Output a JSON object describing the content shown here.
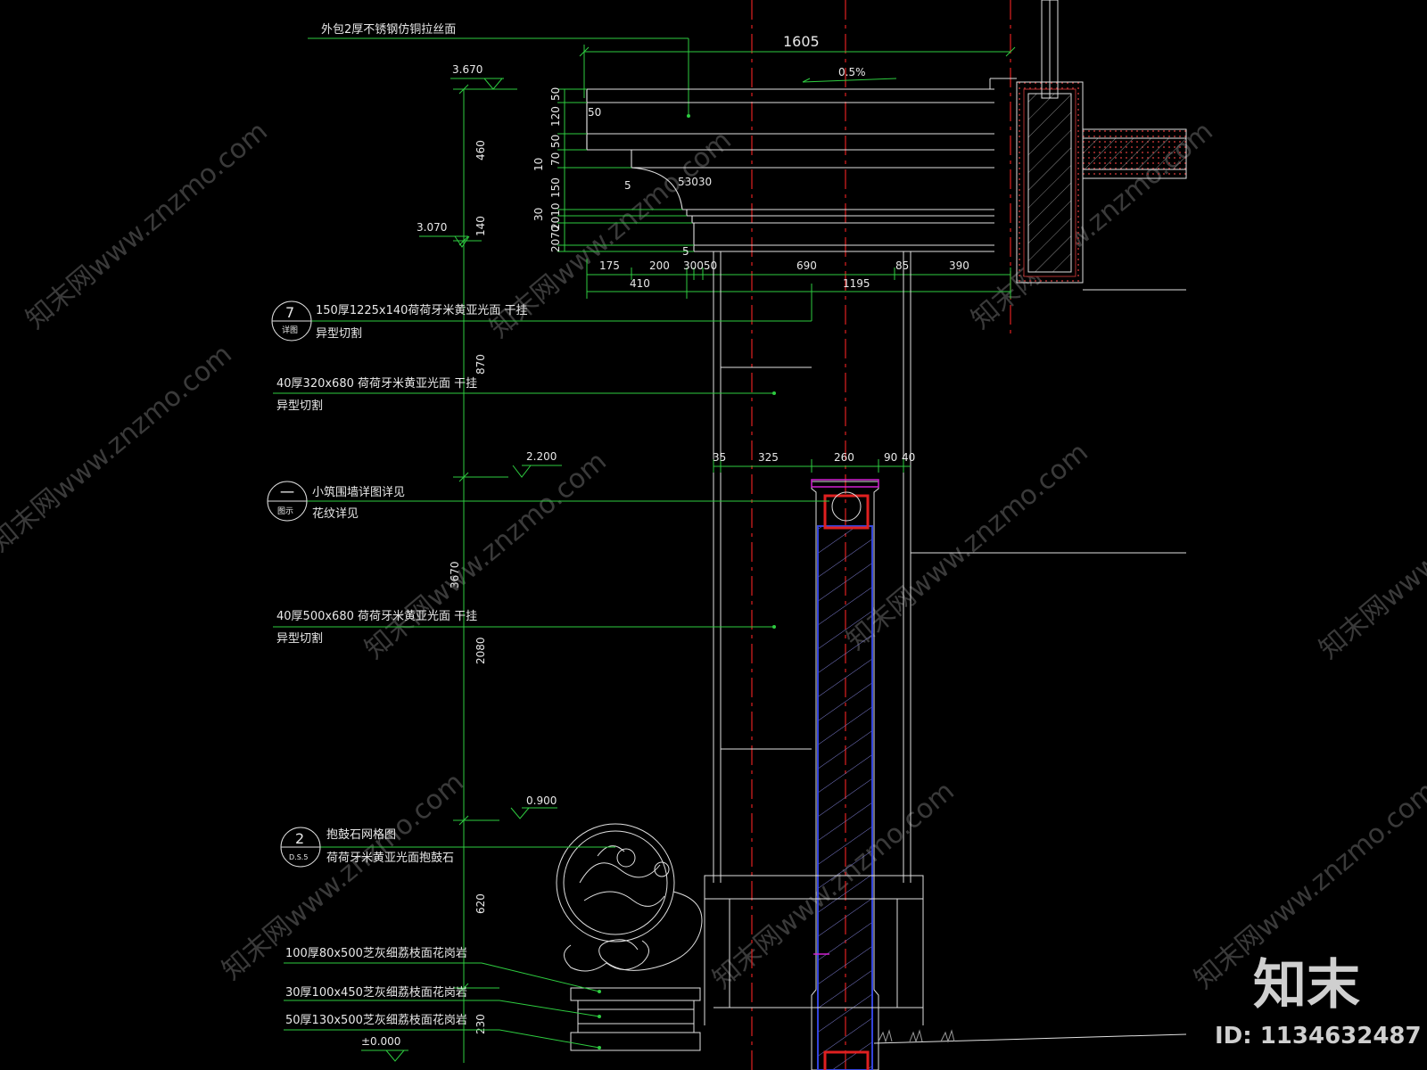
{
  "drawing": {
    "top_callout": "外包2厚不锈钢仿铜拉丝面",
    "top_width_dim": "1605",
    "slope": "0.5%",
    "levels": {
      "l3670": "3.670",
      "l3070": "3.070",
      "l2200": "2.200",
      "l0900": "0.900",
      "l0000": "±0.000"
    },
    "vertical_dims": {
      "d460": "460",
      "d140": "140",
      "d870": "870",
      "d3670": "3670",
      "d2080": "2080",
      "d620": "620",
      "d230": "230"
    },
    "cornice_dims": {
      "c50a": "50",
      "c120": "120",
      "c50b": "50",
      "c70": "70",
      "c10": "10",
      "c150": "150",
      "c30": "30",
      "c2070": "2070",
      "c2010": "2010",
      "c50small": "50",
      "c5a": "5",
      "c5030": "53030",
      "c5b": "5"
    },
    "horizontal_dims_row1": [
      "175",
      "200",
      "30050",
      "690",
      "85",
      "390"
    ],
    "horizontal_dims_row2": [
      "410",
      "1195"
    ],
    "pier_dims": [
      "35",
      "325",
      "260",
      "90",
      "40"
    ],
    "notes": {
      "n7_num": "7",
      "n7_ref": "详图",
      "n7_line1": "150厚1225x140荷荷牙米黄亚光面 干挂",
      "n7_line2": "异型切割",
      "n40a_line1": "40厚320x680 荷荷牙米黄亚光面 干挂",
      "n40a_line2": "异型切割",
      "nd_num": "一",
      "nd_ref": "图示",
      "nd_line1": "小筑围墙详图详见",
      "nd_line2": "花纹详见",
      "n40b_line1": "40厚500x680 荷荷牙米黄亚光面 干挂",
      "n40b_line2": "异型切割",
      "n2_num": "2",
      "n2_ref": "D.S.5",
      "n2_line1": "抱鼓石网格图",
      "n2_line2": "荷荷牙米黄亚光面抱鼓石",
      "g1": "100厚80x500芝灰细荔枝面花岗岩",
      "g2": "30厚100x450芝灰细荔枝面花岗岩",
      "g3": "50厚130x500芝灰细荔枝面花岗岩"
    }
  },
  "watermark": {
    "text": "知末网www.znzmo.com",
    "brand": "知末",
    "id": "ID: 1134632487"
  },
  "colors": {
    "background": "#000000",
    "line_green": "#2ecc40",
    "line_white": "#e0e0e0",
    "axis_red": "#e02020",
    "hatch_blue": "#3344dd",
    "accent_magenta": "#d020d0"
  }
}
